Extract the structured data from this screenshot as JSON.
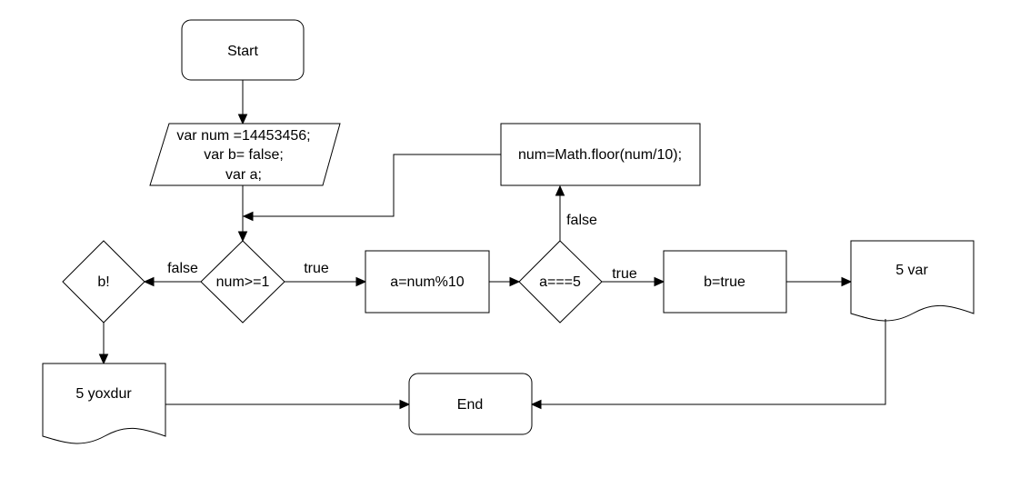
{
  "nodes": {
    "start": "Start",
    "init": [
      "var num =14453456;",
      "var b= false;",
      "var a;"
    ],
    "loop_cond": "num>=1",
    "mod": "a=num%10",
    "check5": "a===5",
    "set_b": "b=true",
    "out_var": "5 var",
    "floor": "num=Math.floor(num/10);",
    "not_b": "b!",
    "out_yoxdur": "5 yoxdur",
    "end": "End"
  },
  "edges": {
    "loop_true": "true",
    "loop_false": "false",
    "check_true": "true",
    "check_false": "false"
  }
}
